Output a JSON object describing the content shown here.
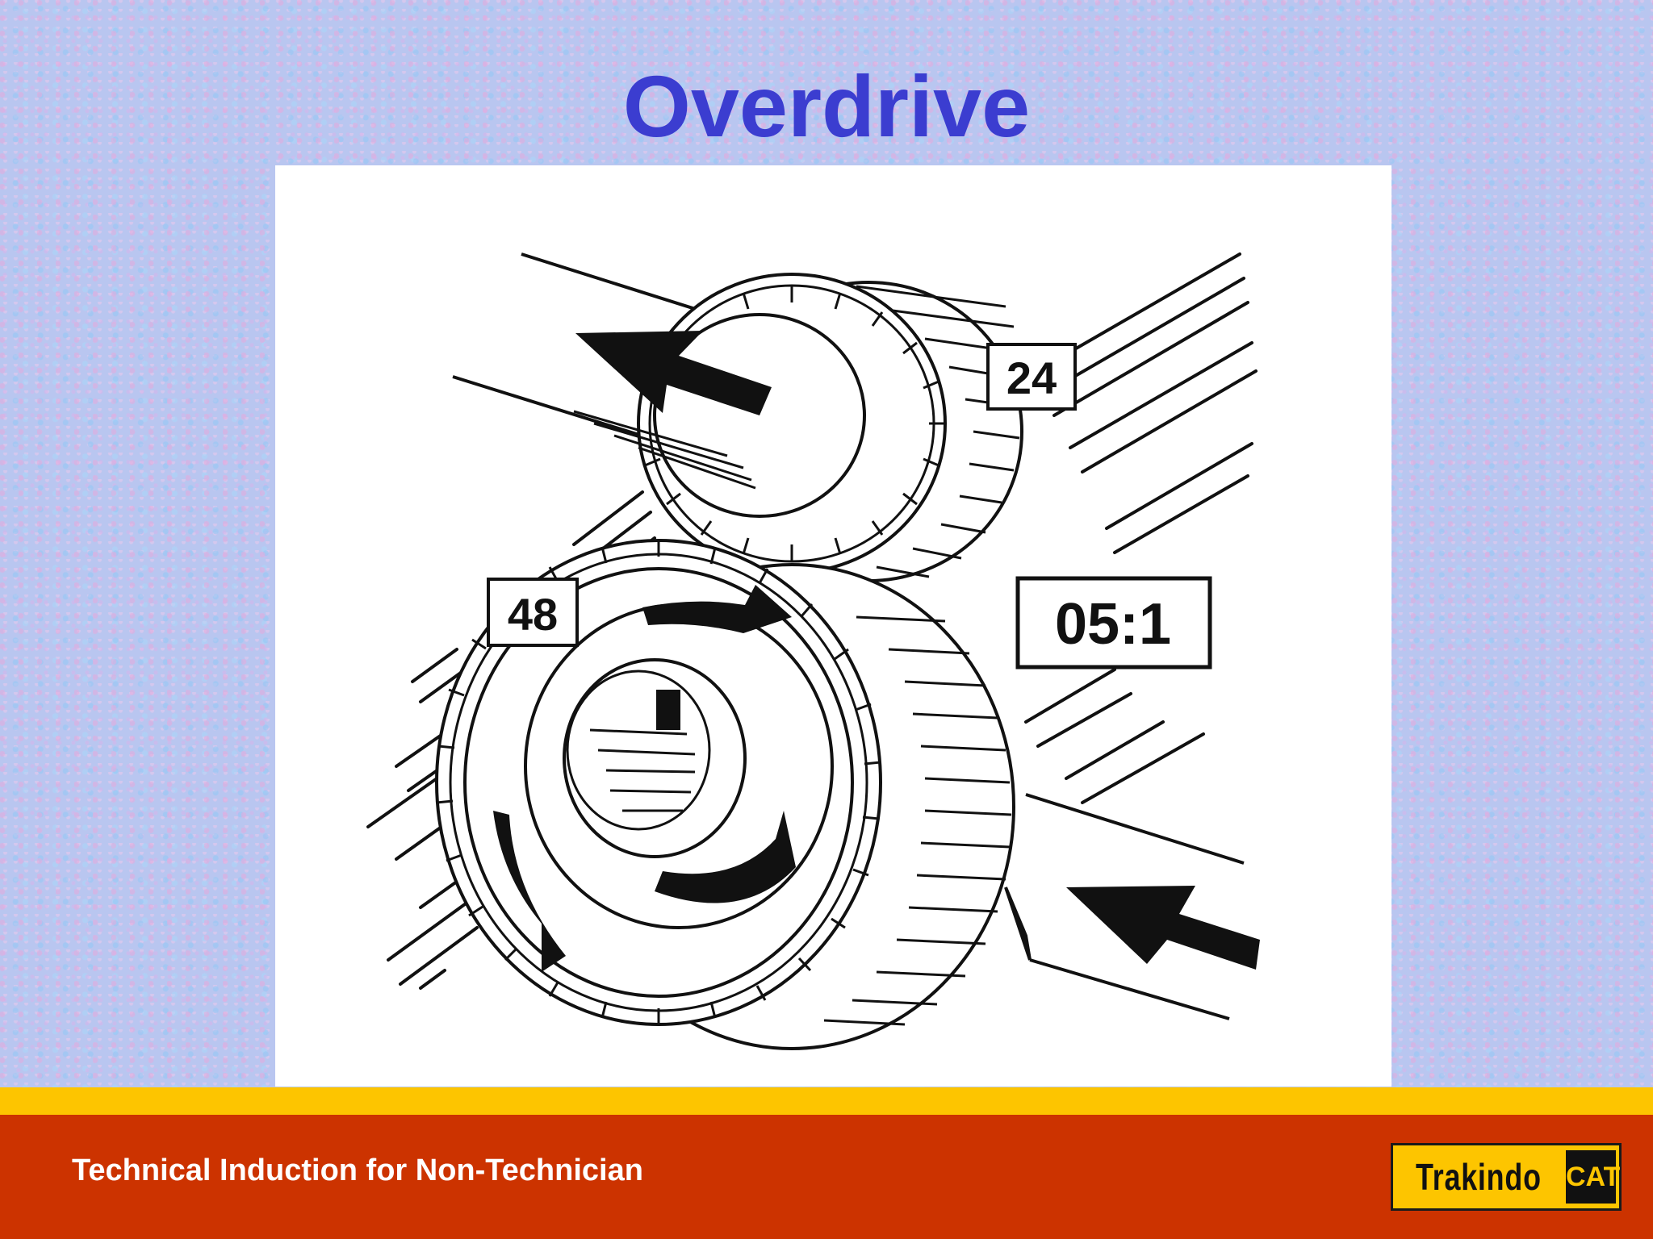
{
  "slide": {
    "title": "Overdrive"
  },
  "diagram": {
    "driven_gear_teeth": "24",
    "drive_gear_teeth": "48",
    "ratio": "05:1"
  },
  "footer": {
    "text": "Technical Induction for Non-Technician",
    "logo": {
      "name": "Trakindo",
      "mark": "CAT"
    }
  },
  "colors": {
    "title": "#3b3dd0",
    "footer_bar": "#cc3300",
    "stripe": "#fdc500",
    "logo_background": "#fdc500"
  }
}
